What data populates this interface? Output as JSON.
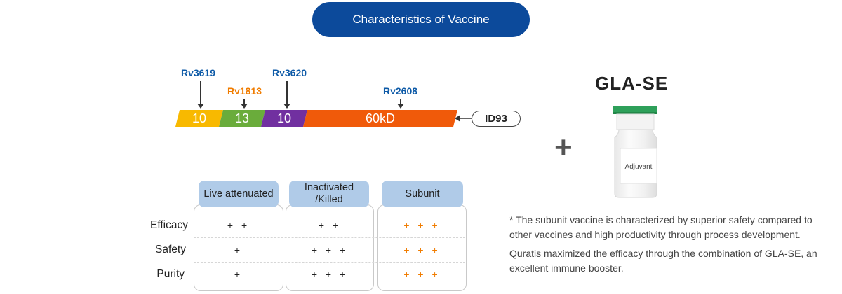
{
  "header": {
    "title": "Characteristics of Vaccine"
  },
  "construct": {
    "genes": [
      {
        "label": "Rv3619",
        "color": "#0d5aa7"
      },
      {
        "label": "Rv1813",
        "color": "#f07c00"
      },
      {
        "label": "Rv3620",
        "color": "#0d5aa7"
      },
      {
        "label": "Rv2608",
        "color": "#0d5aa7"
      }
    ],
    "segments": [
      {
        "label": "10",
        "color": "#f8b900"
      },
      {
        "label": "13",
        "color": "#6aac3b"
      },
      {
        "label": "10",
        "color": "#7130a0"
      },
      {
        "label": "60kD",
        "color": "#f05a0a"
      }
    ],
    "badge": "ID93"
  },
  "table": {
    "columns": [
      "Live attenuated",
      "Inactivated\n/Killed",
      "Subunit"
    ],
    "rows": [
      {
        "label": "Efficacy",
        "values": [
          "+ +",
          "+ +",
          "+ + +"
        ]
      },
      {
        "label": "Safety",
        "values": [
          "+",
          "+ + +",
          "+ + +"
        ]
      },
      {
        "label": "Purity",
        "values": [
          "+",
          "+ + +",
          "+ + +"
        ]
      }
    ]
  },
  "adjuvant": {
    "title": "GLA-SE",
    "vial_label": "Adjuvant",
    "plus": "+"
  },
  "notes": [
    "* The subunit vaccine is characterized by superior safety compared to other vaccines and high productivity through process development.",
    "Quratis maximized the efficacy through the combination of GLA-SE, an excellent immune booster."
  ],
  "colors": {
    "title_pill": "#0c4a9b",
    "column_header": "#b0cbe8",
    "highlight": "#f07c00"
  }
}
